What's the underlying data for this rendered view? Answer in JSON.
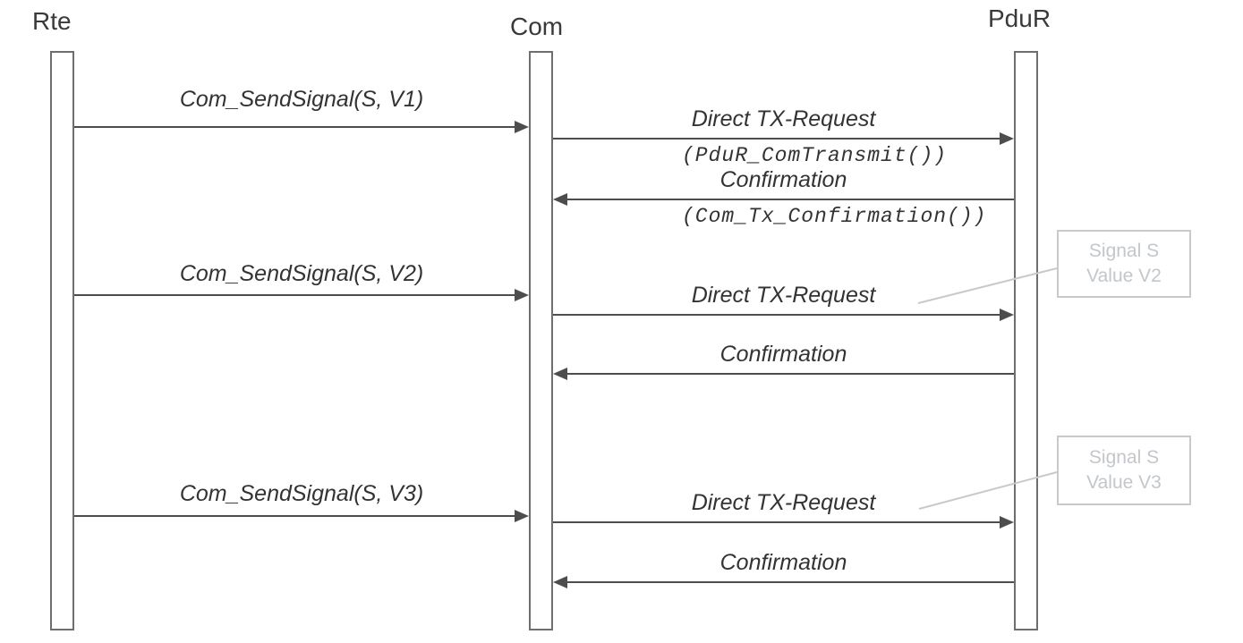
{
  "diagram": {
    "participants": [
      {
        "name": "Rte"
      },
      {
        "name": "Com"
      },
      {
        "name": "PduR"
      }
    ],
    "messages": [
      {
        "from": "Rte",
        "to": "Com",
        "label": "Com_SendSignal(S, V1)"
      },
      {
        "from": "Com",
        "to": "PduR",
        "label": "Direct TX-Request",
        "call": "(PduR_ComTransmit())"
      },
      {
        "from": "PduR",
        "to": "Com",
        "label": "Confirmation",
        "call": "(Com_Tx_Confirmation())"
      },
      {
        "from": "Rte",
        "to": "Com",
        "label": "Com_SendSignal(S, V2)"
      },
      {
        "from": "Com",
        "to": "PduR",
        "label": "Direct TX-Request"
      },
      {
        "from": "PduR",
        "to": "Com",
        "label": "Confirmation"
      },
      {
        "from": "Rte",
        "to": "Com",
        "label": "Com_SendSignal(S, V3)"
      },
      {
        "from": "Com",
        "to": "PduR",
        "label": "Direct TX-Request"
      },
      {
        "from": "PduR",
        "to": "Com",
        "label": "Confirmation"
      }
    ],
    "notes": [
      {
        "lines": [
          "Signal S",
          "Value V2"
        ]
      },
      {
        "lines": [
          "Signal S",
          "Value V3"
        ]
      }
    ],
    "colors": {
      "arrow": "#4d4d4d",
      "lifeline_border": "#6e6e6e",
      "label_text": "#333333",
      "note_border": "#c9c9c9",
      "note_text": "#c3c6cb",
      "background": "#ffffff"
    }
  }
}
